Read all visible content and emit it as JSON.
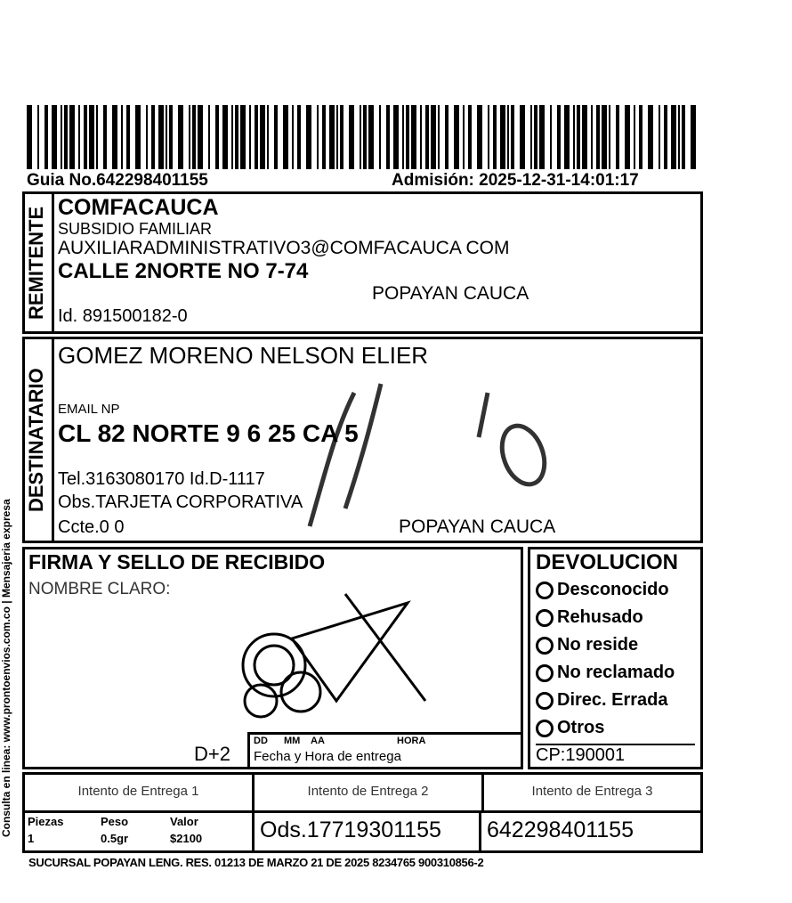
{
  "header": {
    "guia": "Guia No.642298401155",
    "admision": "Admisión: 2025-12-31-14:01:17"
  },
  "side_text": "Consulta en linea: www.prontoenvios.com.co | Mensajeria expresa",
  "remitente": {
    "label": "REMITENTE",
    "name": "COMFACAUCA",
    "line2": "SUBSIDIO FAMILIAR",
    "email": "AUXILIARADMINISTRATIVO3@COMFACAUCA COM",
    "address": "CALLE 2NORTE  NO  7-74",
    "city": "POPAYAN CAUCA",
    "id": "Id. 891500182-0"
  },
  "destinatario": {
    "label": "DESTINATARIO",
    "name": "GOMEZ MORENO NELSON ELIER",
    "email": "EMAIL NP",
    "address": "CL 82 NORTE 9 6 25 CA 5",
    "tel": "Tel.3163080170 Id.D-1117",
    "obs": "Obs.TARJETA CORPORATIVA",
    "ccte": "Ccte.0 0",
    "city": "POPAYAN CAUCA"
  },
  "firma": {
    "title": "FIRMA Y SELLO DE RECIBIDO",
    "nombre": "NOMBRE CLARO:",
    "dplus": "D+2",
    "dd": "DD",
    "mm": "MM",
    "aa": "AA",
    "hora": "HORA",
    "fecha_label": "Fecha y Hora de entrega"
  },
  "devolucion": {
    "title": "DEVOLUCION",
    "options": [
      "Desconocido",
      "Rehusado",
      "No reside",
      "No reclamado",
      "Direc. Errada",
      "Otros"
    ],
    "cp": "CP:190001"
  },
  "intentos": [
    "Intento de Entrega 1",
    "Intento de Entrega 2",
    "Intento de Entrega 3"
  ],
  "piezas": {
    "piezas_label": "Piezas",
    "piezas": "1",
    "peso_label": "Peso",
    "peso": "0.5gr",
    "valor_label": "Valor",
    "valor": "$2100"
  },
  "ods": "Ods.17719301155",
  "guia_num": "642298401155",
  "footer": "SUCURSAL POPAYAN LENG. RES. 01213 DE MARZO 21 DE 2025  8234765 900310856-2"
}
